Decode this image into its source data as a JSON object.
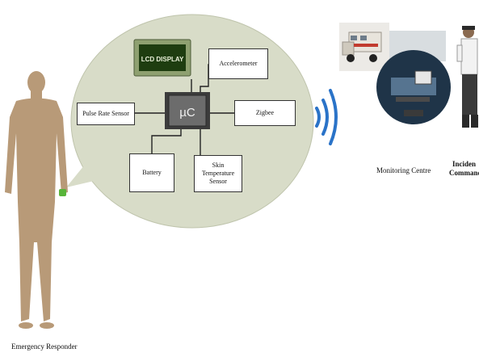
{
  "diagram": {
    "lcd": "LCD DISPLAY",
    "mcu": "µC",
    "accelerometer": "Accelerometer",
    "pulse_rate_sensor": "Pulse Rate Sensor",
    "zigbee": "Zigbee",
    "battery": "Battery",
    "skin_temp_lines": [
      "Skin",
      "Temperature",
      "Sensor"
    ],
    "emergency_responder": "Emergency Responder",
    "monitoring_centre": "Monitoring Centre",
    "incident_commander_lines": [
      "Inciden",
      "Command"
    ]
  },
  "colors": {
    "bubble": "#d8dcc8",
    "bubble_stroke": "#bfc4ac",
    "silhouette": "#b89a78",
    "wave": "#2a73c8",
    "lcd_bg": "#1e3d10",
    "lcd_text": "#e8f0d8",
    "chip": "#6c6c6c",
    "chip_dark": "#3c3c3c",
    "wristband": "#58b43a"
  }
}
